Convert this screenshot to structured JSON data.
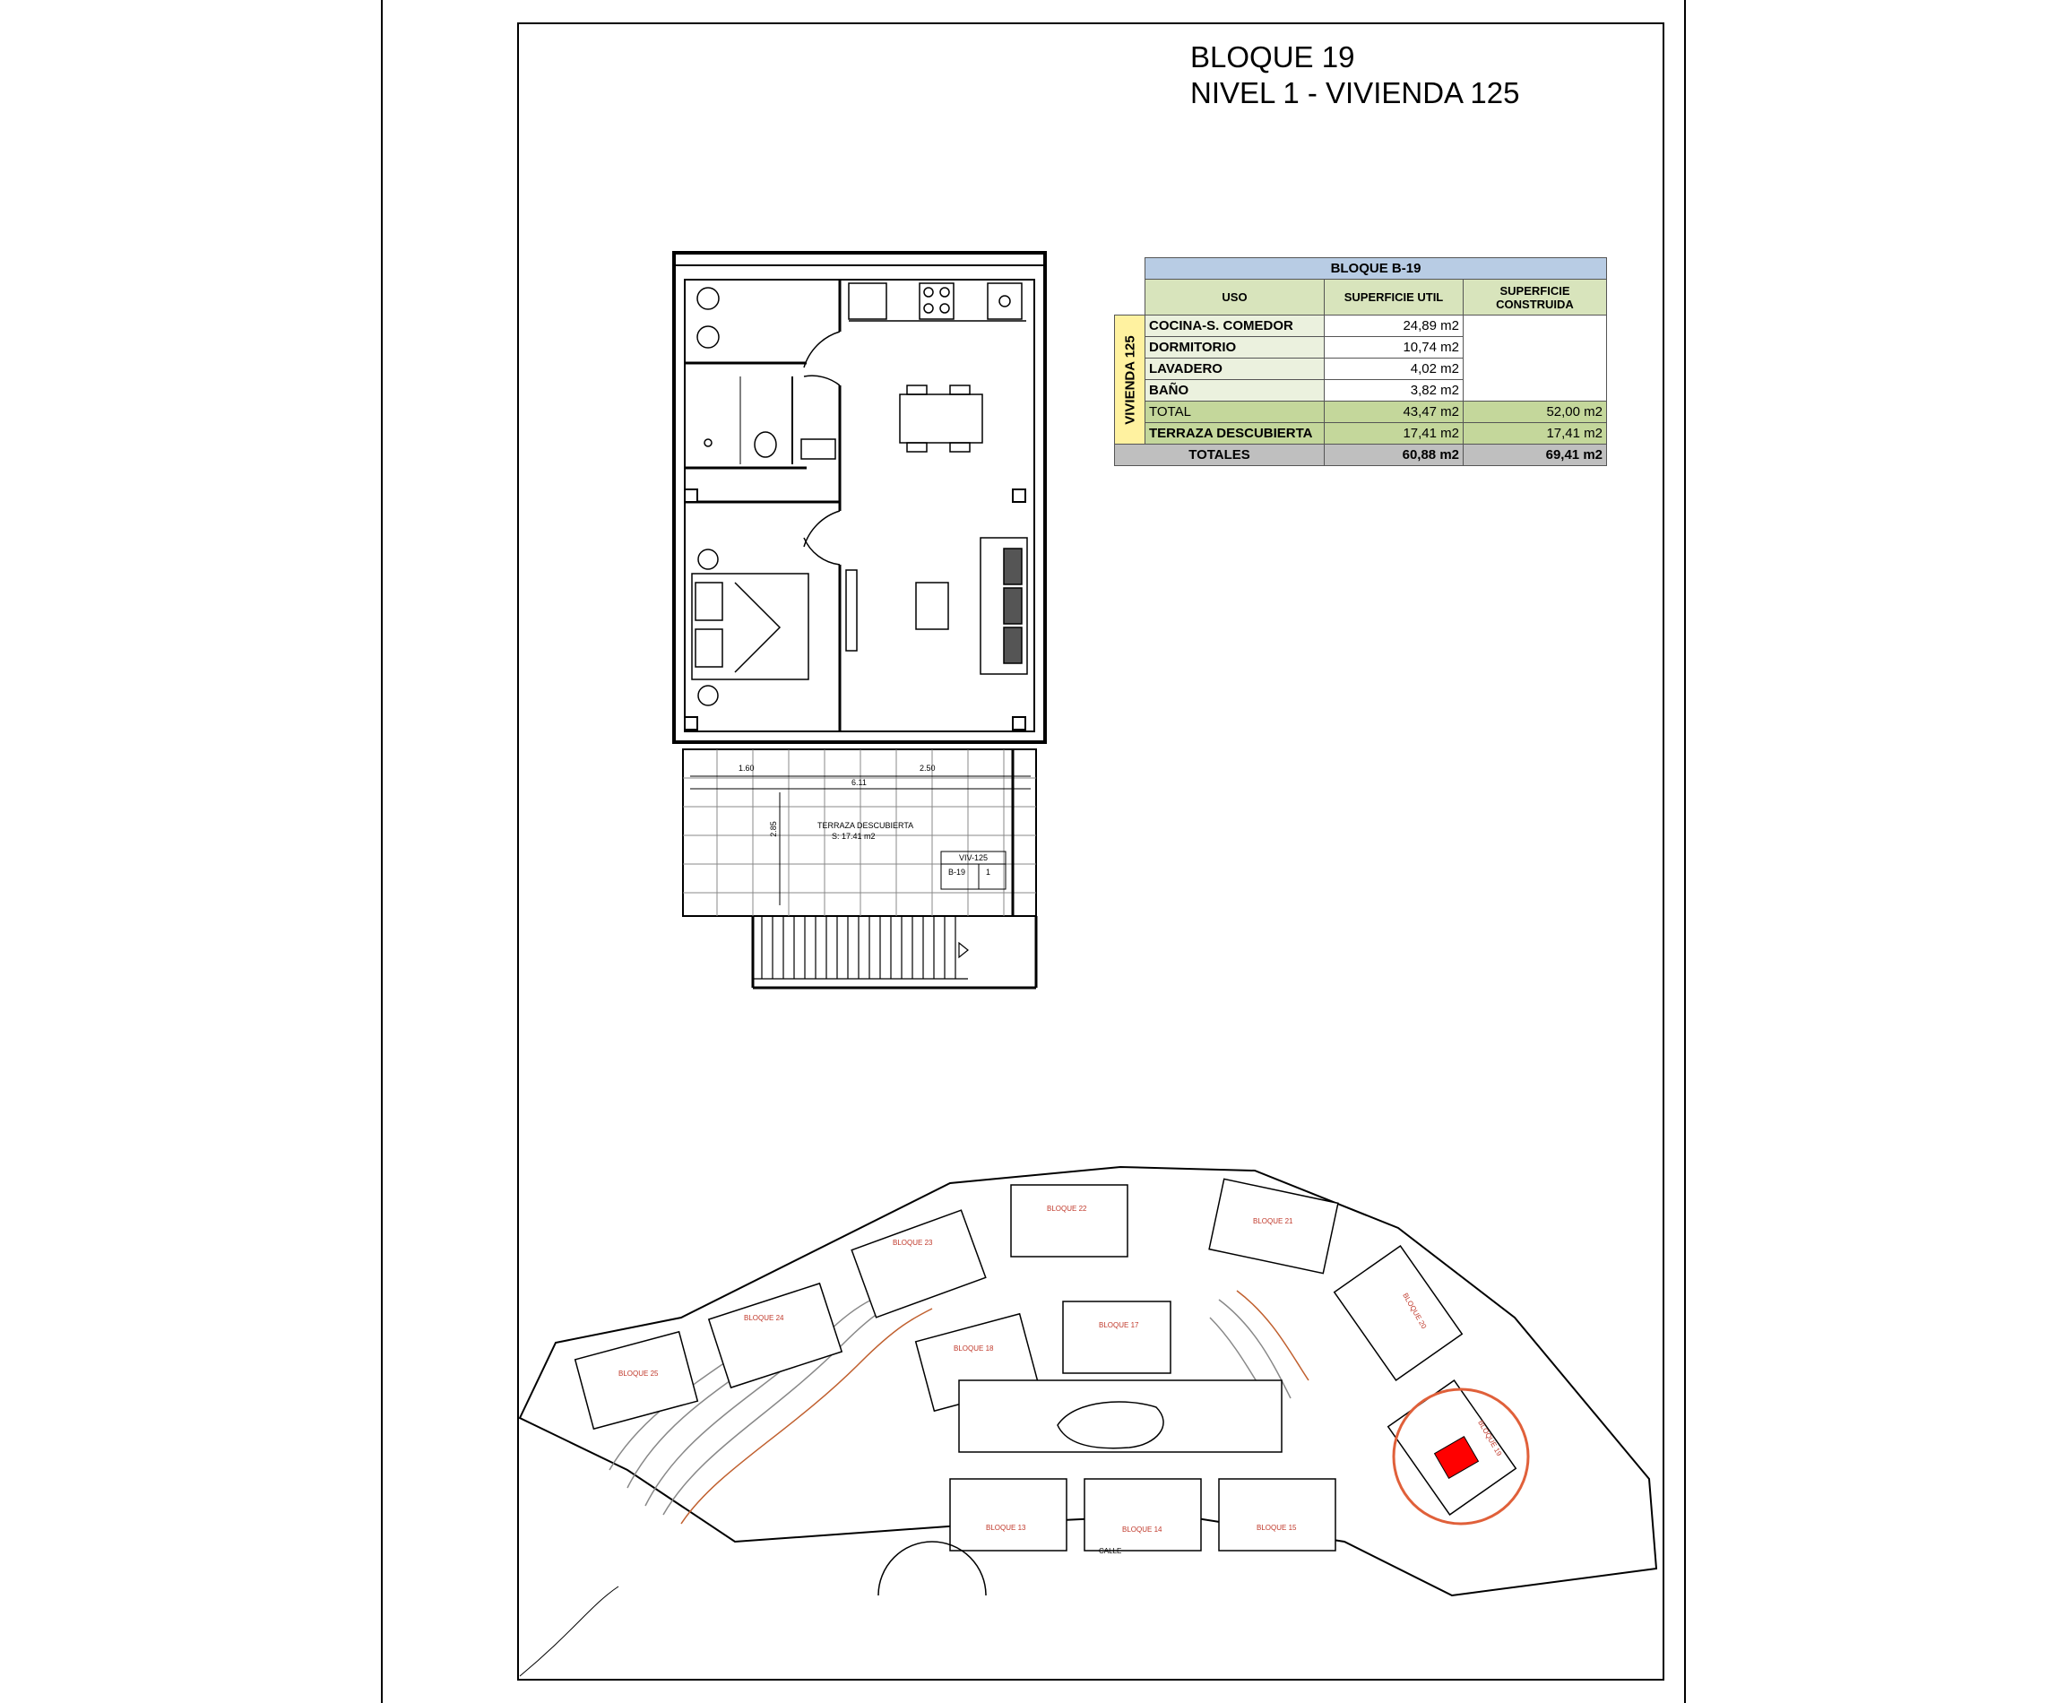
{
  "title": {
    "line1": "BLOQUE 19",
    "line2": "NIVEL 1 - VIVIENDA 125"
  },
  "table": {
    "bloque": "BLOQUE B-19",
    "col_uso": "USO",
    "col_util": "SUPERFICIE UTIL",
    "col_construida": "SUPERFICIE CONSTRUIDA",
    "vivienda": "VIVIENDA 125",
    "rows": [
      {
        "uso": "COCINA-S. COMEDOR",
        "util": "24,89 m2"
      },
      {
        "uso": "DORMITORIO",
        "util": "10,74 m2"
      },
      {
        "uso": "LAVADERO",
        "util": "4,02 m2"
      },
      {
        "uso": "BAÑO",
        "util": "3,82 m2"
      }
    ],
    "total": {
      "uso": "TOTAL",
      "util": "43,47 m2",
      "construida": "52,00 m2"
    },
    "terraza": {
      "uso": "TERRAZA DESCUBIERTA",
      "util": "17,41 m2",
      "construida": "17,41 m2"
    },
    "totales": {
      "uso": "TOTALES",
      "util": "60,88 m2",
      "construida": "69,41 m2"
    }
  },
  "plan": {
    "terraza_label": "TERRAZA DESCUBIERTA",
    "terraza_area": "S: 17.41 m2",
    "dim_1": "1.60",
    "dim_2": "2.50",
    "dim_total": "6.11",
    "dim_depth": "2.85",
    "tag_viv": "VIV-125",
    "tag_bloque": "B-19",
    "tag_level": "1"
  },
  "site": {
    "street": "CALLE",
    "blocks": [
      "BLOQUE 25",
      "BLOQUE 24",
      "BLOQUE 23",
      "BLOQUE 22",
      "BLOQUE 21",
      "BLOQUE 20",
      "BLOQUE 18",
      "BLOQUE 17",
      "BLOQUE 19",
      "BLOQUE 13",
      "BLOQUE 14",
      "BLOQUE 15"
    ],
    "highlight_color": "#ff0000",
    "circle_color": "#e0603a"
  }
}
